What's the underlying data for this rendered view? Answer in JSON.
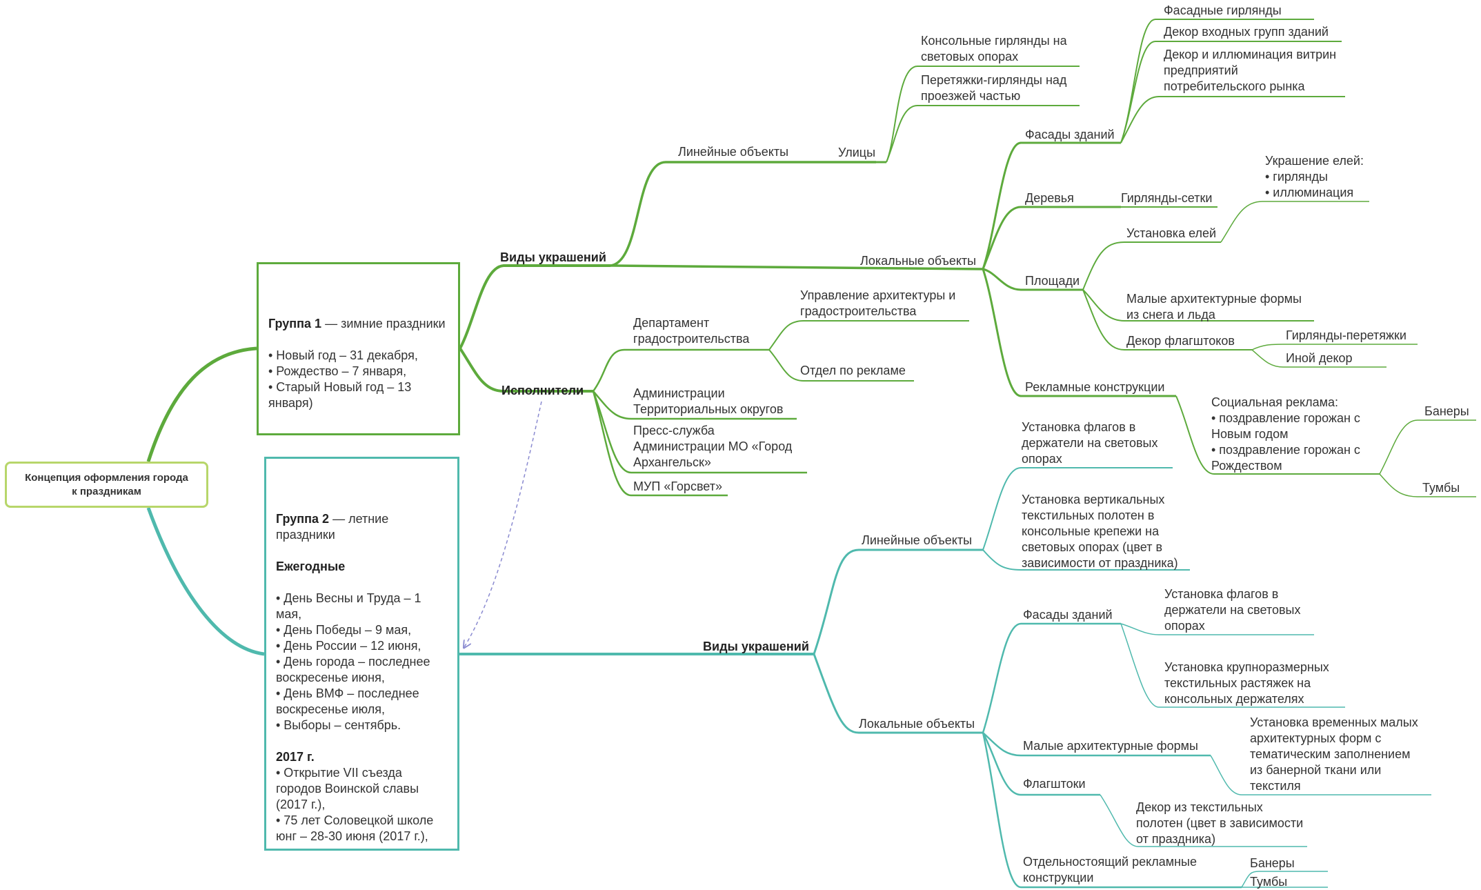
{
  "colors": {
    "green": "#5daa3c",
    "teal": "#4fb9ad",
    "root_border": "#b7d66a",
    "arrow": "#8a8ad0"
  },
  "root": {
    "label": "Концепция оформления города\nк праздникам"
  },
  "group1": {
    "icon": "christmas-tree-icon",
    "title": "Группа 1",
    "title_rest": " — зимние праздники",
    "items": "• Новый год – 31 декабря,\n• Рождество – 7 января,\n• Старый Новый год – 13 января)",
    "kinds": {
      "label": "Виды украшений",
      "linear": {
        "label": "Линейные объекты",
        "streets": {
          "label": "Улицы",
          "items": [
            "Консольные гирлянды на\nсветовых опорах",
            "Перетяжки-гирлянды над\nпроезжей частью"
          ]
        }
      },
      "local": {
        "label": "Локальные объекты",
        "facades": {
          "label": "Фасады зданий",
          "items": [
            "Фасадные гирлянды",
            "Декор входных групп зданий",
            "Декор и иллюминация витрин\nпредприятий\nпотребительского рынка"
          ]
        },
        "trees": {
          "label": "Деревья",
          "item": "Гирлянды-сетки"
        },
        "squares": {
          "label": "Площади",
          "firs": {
            "label": "Установка елей",
            "decor": "Украшение елей:\n• гирлянды\n• иллюминация"
          },
          "maf": "Малые архитектурные формы\nиз снега и льда",
          "flags": {
            "label": "Декор флагштоков",
            "items": [
              "Гирлянды-перетяжки",
              "Иной декор"
            ]
          }
        },
        "ads": {
          "label": "Рекламные конструкции",
          "social": "Социальная реклама:\n• поздравление горожан с\nНовым годом\n• поздравление горожан с\nРождеством",
          "items": [
            "Банеры",
            "Тумбы"
          ]
        }
      }
    },
    "executors": {
      "label": "Исполнители",
      "department": {
        "label": "Департамент\nградостроительства",
        "items": [
          "Управление архитектуры и\nградостроительства",
          "Отдел по рекламе"
        ]
      },
      "items": [
        "Администрации\nТерриториальных округов",
        "Пресс-служба\nАдминистрации МО «Город\nАрхангельск»",
        "МУП «Горсвет»"
      ]
    }
  },
  "group2": {
    "icon": "sun-icon",
    "title": "Группа 2",
    "title_rest": " — летние праздники",
    "annual_title": "Ежегодные",
    "annual_items": "• День Весны и Труда – 1 мая,\n• День Победы – 9 мая,\n• День России – 12 июня,\n• День города – последнее воскресенье июня,\n• День ВМФ – последнее воскресенье июля,\n• Выборы – сентябрь.",
    "year_title": "2017 г.",
    "year_items": "• Открытие VII съезда городов Воинской славы (2017 г.),\n• 75 лет Соловецкой школе юнг – 28-30 июня (2017 г.),",
    "kinds": {
      "label": "Виды украшений",
      "linear": {
        "label": "Линейные объекты",
        "items": [
          "Установка флагов в\nдержатели на световых\nопорах",
          "Установка вертикальных\nтекстильных полотен в\nконсольные крепежи на\nсветовых опорах (цвет в\nзависимости от праздника)"
        ]
      },
      "local": {
        "label": "Локальные объекты",
        "facades": {
          "label": "Фасады зданий",
          "items": [
            "Установка флагов в\nдержатели на световых\nопорах",
            "Установка крупноразмерных\nтекстильных растяжек на\nконсольных держателях"
          ]
        },
        "maf": {
          "label": "Малые архитектурные формы",
          "item": "Установка временных малых\nархитектурных форм с\nтематическим заполнением\nиз банерной ткани или\nтекстиля"
        },
        "flagpoles": {
          "label": "Флагштоки",
          "item": "Декор из текстильных\nполотен (цвет в зависимости\nот праздника)"
        },
        "ads": {
          "label": "Отдельностоящий рекламные\nконструкции",
          "items": [
            "Банеры",
            "Тумбы"
          ]
        }
      }
    }
  }
}
